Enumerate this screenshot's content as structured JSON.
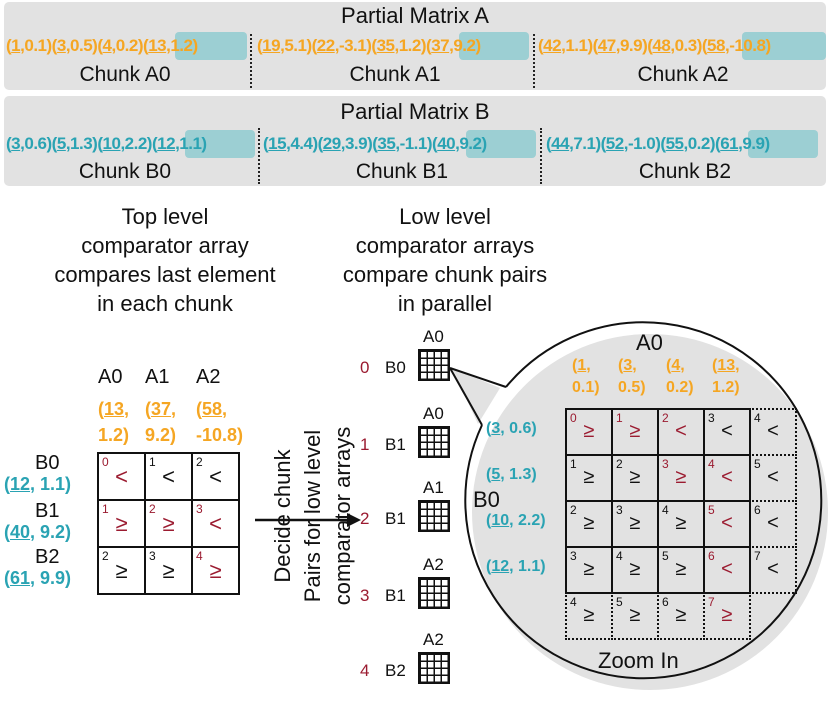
{
  "partial_a": {
    "title": "Partial Matrix A",
    "chunks": [
      {
        "label": "Chunk A0",
        "entries": [
          [
            "1",
            "0.1"
          ],
          [
            "3",
            "0.5"
          ],
          [
            "4",
            "0.2"
          ],
          [
            "13",
            "1.2"
          ]
        ]
      },
      {
        "label": "Chunk A1",
        "entries": [
          [
            "19",
            "5.1"
          ],
          [
            "22",
            "-3.1"
          ],
          [
            "35",
            "1.2"
          ],
          [
            "37",
            "9.2"
          ]
        ]
      },
      {
        "label": "Chunk A2",
        "entries": [
          [
            "42",
            "1.1"
          ],
          [
            "47",
            "9.9"
          ],
          [
            "48",
            "0.3"
          ],
          [
            "58",
            "-10.8"
          ]
        ]
      }
    ]
  },
  "partial_b": {
    "title": "Partial Matrix B",
    "chunks": [
      {
        "label": "Chunk B0",
        "entries": [
          [
            "3",
            "0.6"
          ],
          [
            "5",
            "1.3"
          ],
          [
            "10",
            "2.2"
          ],
          [
            "12",
            "1.1"
          ]
        ]
      },
      {
        "label": "Chunk B1",
        "entries": [
          [
            "15",
            "4.4"
          ],
          [
            "29",
            "3.9"
          ],
          [
            "35",
            "-1.1"
          ],
          [
            "40",
            "9.2"
          ]
        ]
      },
      {
        "label": "Chunk B2",
        "entries": [
          [
            "44",
            "7.1"
          ],
          [
            "52",
            "-1.0"
          ],
          [
            "55",
            "0.2"
          ],
          [
            "61",
            "9.9"
          ]
        ]
      }
    ]
  },
  "top_level": {
    "caption": [
      "Top level",
      "comparator array",
      "compares last element",
      "in each chunk"
    ],
    "col_heads": [
      "A0",
      "A1",
      "A2"
    ],
    "col_vals": [
      [
        "13",
        ",",
        "1.2)"
      ],
      [
        "37",
        ",",
        "9.2)"
      ],
      [
        "58",
        ",",
        "-10.8)"
      ]
    ],
    "row_heads": [
      "B0",
      "B1",
      "B2"
    ],
    "row_vals": [
      [
        "12",
        ", 1.1)"
      ],
      [
        "40",
        ", 9.2)"
      ],
      [
        "61",
        ", 9.9)"
      ]
    ],
    "cells": [
      [
        {
          "i": "0",
          "s": "<",
          "red": true
        },
        {
          "i": "1",
          "s": "<",
          "red": false
        },
        {
          "i": "2",
          "s": "<",
          "red": false
        }
      ],
      [
        {
          "i": "1",
          "s": "≥",
          "red": true
        },
        {
          "i": "2",
          "s": "≥",
          "red": true
        },
        {
          "i": "3",
          "s": "<",
          "red": true
        }
      ],
      [
        {
          "i": "2",
          "s": "≥",
          "red": false
        },
        {
          "i": "3",
          "s": "≥",
          "red": false
        },
        {
          "i": "4",
          "s": "≥",
          "red": true
        }
      ]
    ]
  },
  "decide_text": [
    "Decide chunk",
    "Pairs for low level",
    "comparator arrays"
  ],
  "low_level": {
    "caption": [
      "Low level",
      "comparator arrays",
      "compare chunk pairs",
      "in parallel"
    ],
    "pairs": [
      {
        "index": "0",
        "a": "A0",
        "b": "B0"
      },
      {
        "index": "1",
        "a": "A0",
        "b": "B1"
      },
      {
        "index": "2",
        "a": "A1",
        "b": "B1"
      },
      {
        "index": "3",
        "a": "A2",
        "b": "B1"
      },
      {
        "index": "4",
        "a": "A2",
        "b": "B2"
      }
    ]
  },
  "zoom": {
    "title": "A0",
    "row_label": "B0",
    "footer": "Zoom In",
    "col_vals": [
      [
        "1",
        ","
      ],
      [
        "3",
        ","
      ],
      [
        "4",
        ","
      ],
      [
        "13",
        ","
      ]
    ],
    "col_vals2": [
      "0.1)",
      "0.5)",
      "0.2)",
      "1.2)"
    ],
    "row_vals": [
      [
        "3",
        ", 0.6)"
      ],
      [
        "5",
        ", 1.3)"
      ],
      [
        "10",
        ", 2.2)"
      ],
      [
        "12",
        ", 1.1)"
      ]
    ],
    "cells": [
      [
        {
          "i": "0",
          "s": "≥",
          "red": true
        },
        {
          "i": "1",
          "s": "≥",
          "red": true
        },
        {
          "i": "2",
          "s": "<",
          "red": true
        },
        {
          "i": "3",
          "s": "<",
          "red": false
        },
        {
          "i": "4",
          "s": "<",
          "red": false,
          "dot": true
        }
      ],
      [
        {
          "i": "1",
          "s": "≥",
          "red": false
        },
        {
          "i": "2",
          "s": "≥",
          "red": false
        },
        {
          "i": "3",
          "s": "≥",
          "red": true
        },
        {
          "i": "4",
          "s": "<",
          "red": true
        },
        {
          "i": "5",
          "s": "<",
          "red": false,
          "dot": true
        }
      ],
      [
        {
          "i": "2",
          "s": "≥",
          "red": false
        },
        {
          "i": "3",
          "s": "≥",
          "red": false
        },
        {
          "i": "4",
          "s": "≥",
          "red": false
        },
        {
          "i": "5",
          "s": "<",
          "red": true
        },
        {
          "i": "6",
          "s": "<",
          "red": false,
          "dot": true
        }
      ],
      [
        {
          "i": "3",
          "s": "≥",
          "red": false
        },
        {
          "i": "4",
          "s": "≥",
          "red": false
        },
        {
          "i": "5",
          "s": "≥",
          "red": false
        },
        {
          "i": "6",
          "s": "<",
          "red": true
        },
        {
          "i": "7",
          "s": "<",
          "red": false,
          "dot": true
        }
      ],
      [
        {
          "i": "4",
          "s": "≥",
          "red": false,
          "dot": true
        },
        {
          "i": "5",
          "s": "≥",
          "red": false,
          "dot": true
        },
        {
          "i": "6",
          "s": "≥",
          "red": false,
          "dot": true
        },
        {
          "i": "7",
          "s": "≥",
          "red": true,
          "dot": true
        }
      ]
    ]
  },
  "colors": {
    "orange": "#f5a623",
    "teal": "#2aa3b3",
    "red": "#9b1b30",
    "panel": "#e2e2e2",
    "highlight": "#9ccfd3"
  }
}
